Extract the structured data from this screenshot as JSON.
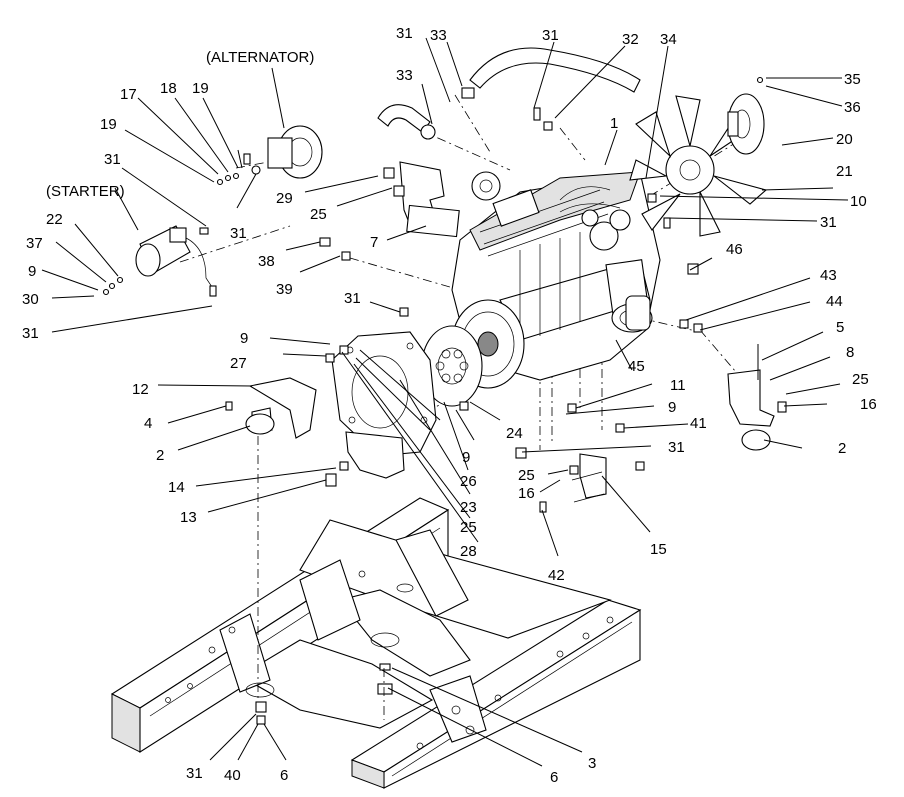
{
  "diagram": {
    "callouts": {
      "alternator": "(ALTERNATOR)",
      "starter": "(STARTER)"
    },
    "labels": [
      "31",
      "33",
      "31",
      "32",
      "34",
      "33",
      "1",
      "35",
      "36",
      "20",
      "21",
      "10",
      "31",
      "17",
      "18",
      "19",
      "19",
      "29",
      "25",
      "31",
      "31",
      "7",
      "22",
      "37",
      "9",
      "30",
      "31",
      "38",
      "39",
      "46",
      "43",
      "44",
      "5",
      "8",
      "25",
      "16",
      "2",
      "31",
      "45",
      "9",
      "27",
      "12",
      "4",
      "2",
      "14",
      "13",
      "24",
      "9",
      "26",
      "23",
      "25",
      "28",
      "11",
      "9",
      "41",
      "31",
      "25",
      "16",
      "15",
      "42",
      "31",
      "40",
      "6",
      "6",
      "3"
    ]
  }
}
